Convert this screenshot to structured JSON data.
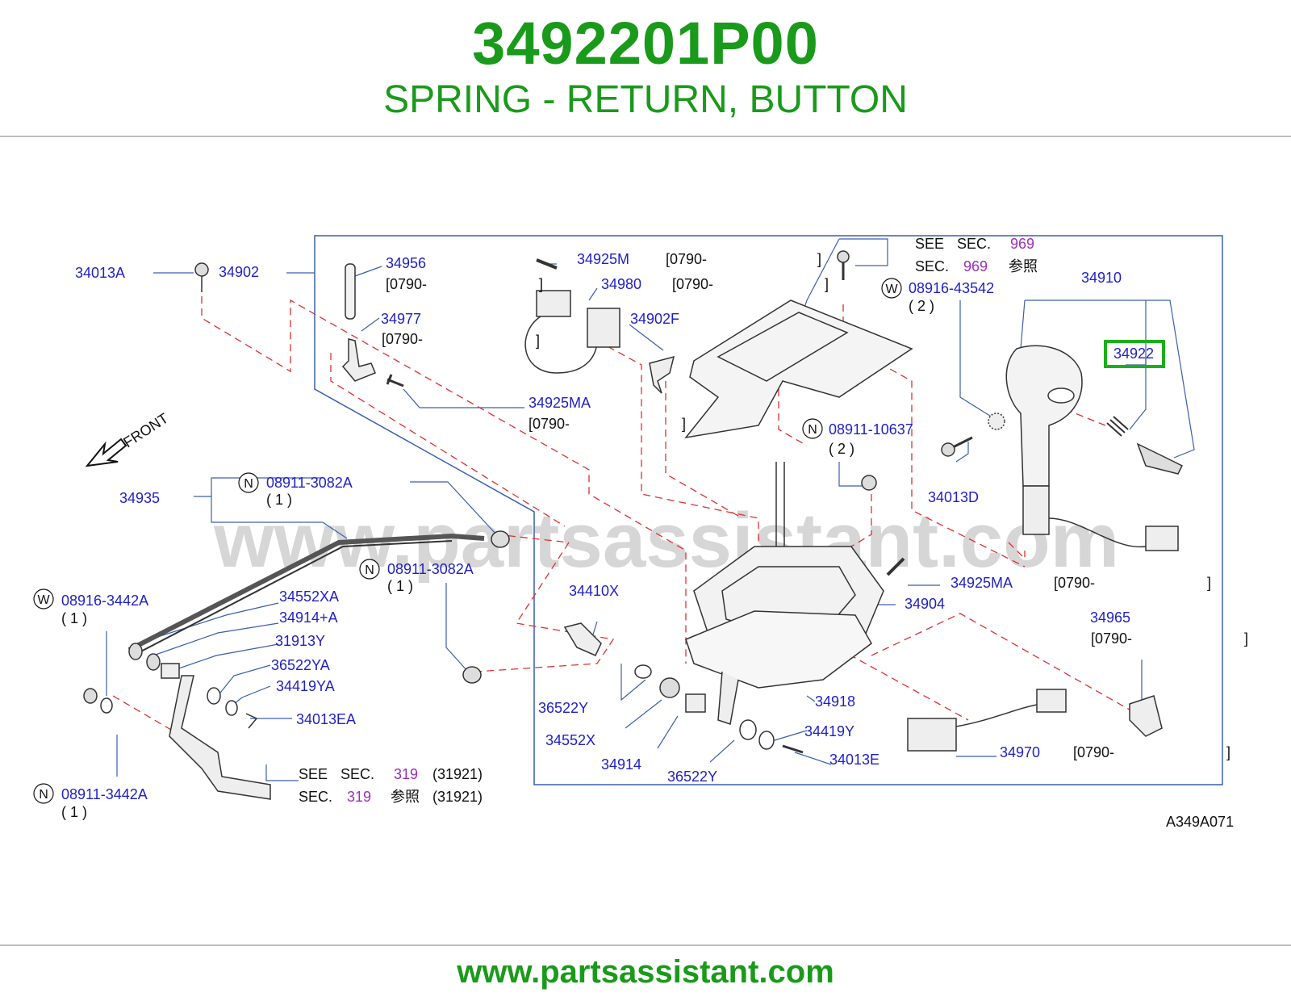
{
  "header": {
    "part_number": "3492201P00",
    "description": "SPRING - RETURN, BUTTON"
  },
  "footer": {
    "url": "www.partsassistant.com"
  },
  "diagram": {
    "watermark": "www.partsassistant.com",
    "code": "A349A071",
    "front_label": "FRONT",
    "highlight_part": "34922",
    "callouts": [
      "34013A",
      "34902",
      "34956",
      "34977",
      "34925M",
      "34980",
      "34902F",
      "34925MA",
      "34910",
      "34922",
      "08916-43542",
      "08911-10637",
      "34013D",
      "34935",
      "08911-3082A",
      "08916-3442A",
      "34552XA",
      "34914+A",
      "31913Y",
      "36522YA",
      "34419YA",
      "34013EA",
      "08911-3442A",
      "34410X",
      "36522Y",
      "34552X",
      "34914",
      "34918",
      "34419Y",
      "34013E",
      "34970",
      "34965",
      "34904",
      "34925MA"
    ],
    "qty": {
      "one": "( 1 )",
      "two": "( 2 )"
    },
    "markers": {
      "W": "W",
      "N": "N"
    },
    "notes": {
      "bracket": "[0790-",
      "bracket_close": "]",
      "see": "SEE",
      "sec": "SEC.",
      "ref_jp": "参照",
      "sec_969": "969",
      "sec_319": "319",
      "ref_31921": "(31921)"
    },
    "colors": {
      "label_blue": "#1f1fc8",
      "frame_blue": "#3a5fb0",
      "dash_red": "#e03030",
      "highlight_green": "#19b019",
      "brand_green": "#1a9a1a",
      "section_purple": "#9a2fb8"
    }
  }
}
